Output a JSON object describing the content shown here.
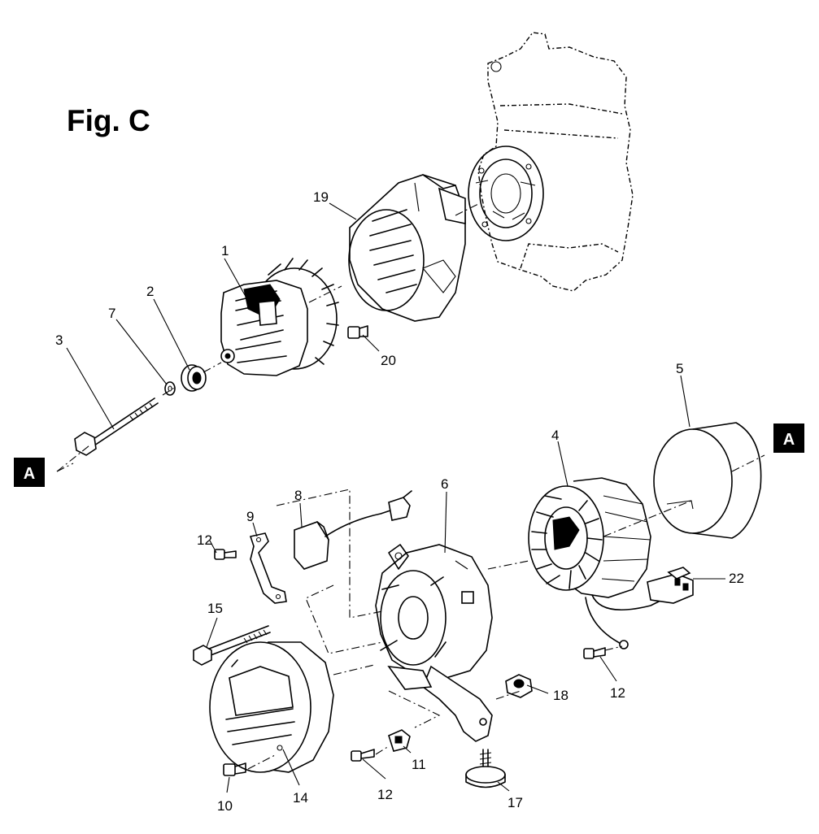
{
  "figure": {
    "title": "Fig. C",
    "reference_marker": "A"
  },
  "parts": [
    {
      "id": "p1",
      "label": "1"
    },
    {
      "id": "p2",
      "label": "2"
    },
    {
      "id": "p3",
      "label": "3"
    },
    {
      "id": "p4",
      "label": "4"
    },
    {
      "id": "p5",
      "label": "5"
    },
    {
      "id": "p6",
      "label": "6"
    },
    {
      "id": "p7",
      "label": "7"
    },
    {
      "id": "p8",
      "label": "8"
    },
    {
      "id": "p9",
      "label": "9"
    },
    {
      "id": "p10",
      "label": "10"
    },
    {
      "id": "p11",
      "label": "11"
    },
    {
      "id": "p12a",
      "label": "12"
    },
    {
      "id": "p12b",
      "label": "12"
    },
    {
      "id": "p12c",
      "label": "12"
    },
    {
      "id": "p14",
      "label": "14"
    },
    {
      "id": "p15",
      "label": "15"
    },
    {
      "id": "p17",
      "label": "17"
    },
    {
      "id": "p18",
      "label": "18"
    },
    {
      "id": "p19",
      "label": "19"
    },
    {
      "id": "p20",
      "label": "20"
    },
    {
      "id": "p22",
      "label": "22"
    }
  ]
}
